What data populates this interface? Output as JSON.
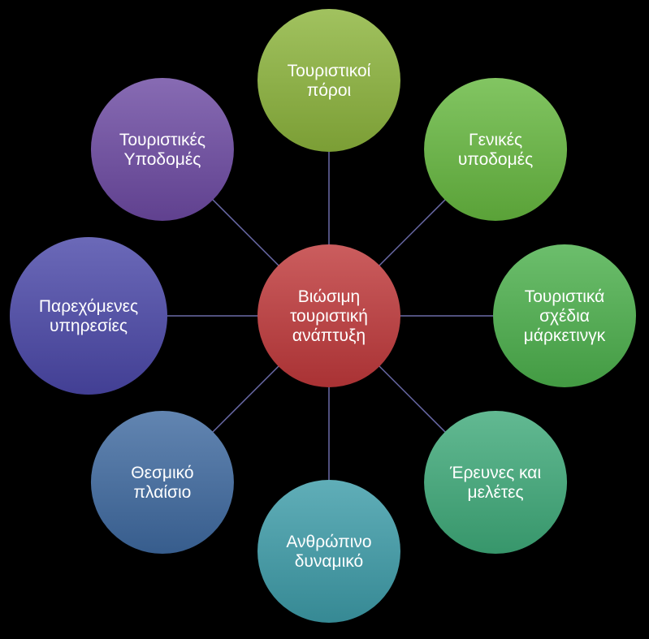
{
  "diagram": {
    "type": "radial-hub",
    "center": {
      "id": "center",
      "lines": [
        "Βιώσιμη",
        "τουριστική",
        "ανάπτυξη"
      ],
      "color": "#c0393b"
    },
    "nodes": [
      {
        "id": "tourist-resources",
        "lines": [
          "Τουριστικοί",
          "πόροι"
        ],
        "color": "#8cb43c"
      },
      {
        "id": "general-infrastructure",
        "lines": [
          "Γενικές",
          "υποδομές"
        ],
        "color": "#66b840"
      },
      {
        "id": "tourism-marketing-plans",
        "lines": [
          "Τουριστικά",
          "σχέδια",
          "μάρκετινγκ"
        ],
        "color": "#4cb04c"
      },
      {
        "id": "research-studies",
        "lines": [
          "Έρευνες και",
          "μελέτες"
        ],
        "color": "#3faa7a"
      },
      {
        "id": "human-resources",
        "lines": [
          "Ανθρώπινο",
          "δυναμικό"
        ],
        "color": "#3d9ca8"
      },
      {
        "id": "institutional-framework",
        "lines": [
          "Θεσμικό",
          "πλαίσιο"
        ],
        "color": "#3f6aa0"
      },
      {
        "id": "provided-services",
        "lines": [
          "Παρεχόμενες",
          "υπηρεσίες"
        ],
        "color": "#4b48a8"
      },
      {
        "id": "tourist-infrastructure",
        "lines": [
          "Τουριστικές",
          "Υποδομές"
        ],
        "color": "#6d4aa2"
      }
    ],
    "connector_color": "#6a6aa8"
  }
}
